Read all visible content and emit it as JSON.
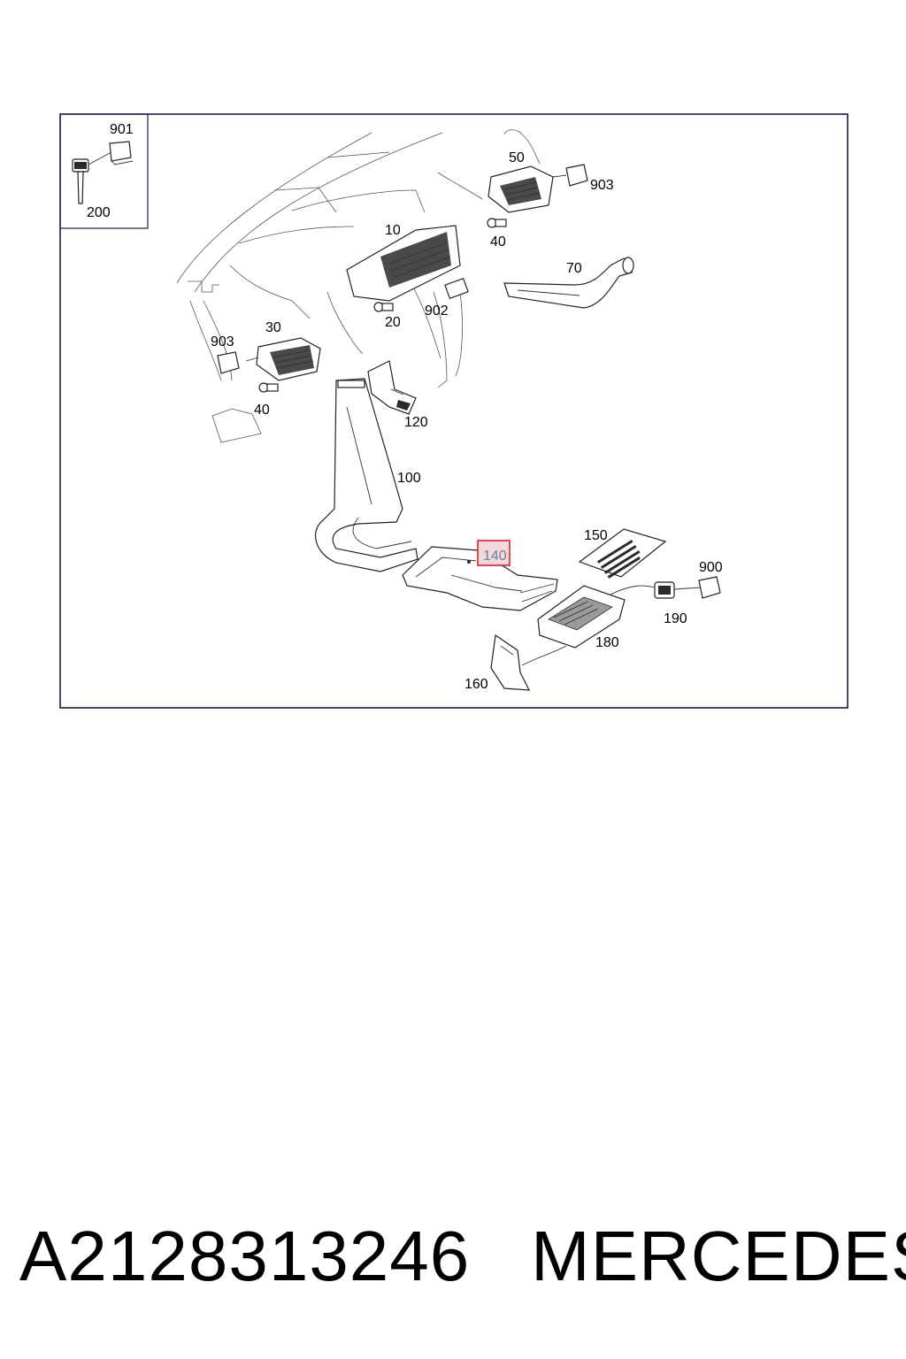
{
  "diagram": {
    "callouts": {
      "c901": "901",
      "c200": "200",
      "c50": "50",
      "c903a": "903",
      "c40a": "40",
      "c10": "10",
      "c70": "70",
      "c902": "902",
      "c20": "20",
      "c903b": "903",
      "c30": "30",
      "c40b": "40",
      "c120": "120",
      "c100": "100",
      "c140": "140",
      "c150": "150",
      "c900": "900",
      "c190": "190",
      "c180": "180",
      "c160": "160"
    },
    "highlighted_callout": "140",
    "colors": {
      "frame": "#1a1f4a",
      "highlight": "#e02020",
      "highlight_fill": "#f3d9dc"
    }
  },
  "footer": {
    "part_number": "A2128313246",
    "brand": "MERCEDES"
  }
}
